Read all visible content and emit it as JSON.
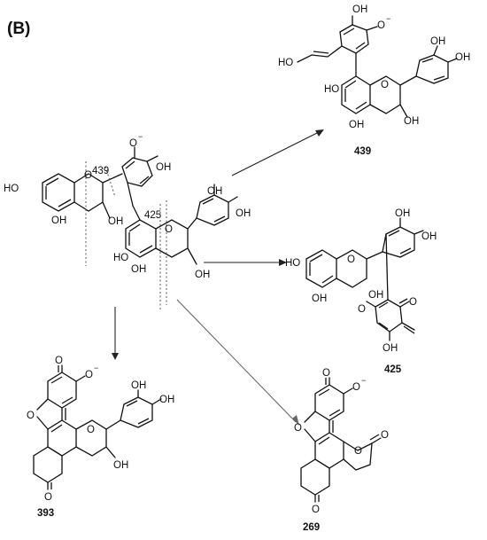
{
  "panel_label": "(B)",
  "labels": {
    "oh": "OH",
    "ho": "HO",
    "o": "O",
    "minus": "−"
  },
  "fragment_marks": {
    "m439": "439",
    "m425": "425"
  },
  "products": {
    "p439": "439",
    "p425": "425",
    "p393": "393",
    "p269": "269"
  }
}
